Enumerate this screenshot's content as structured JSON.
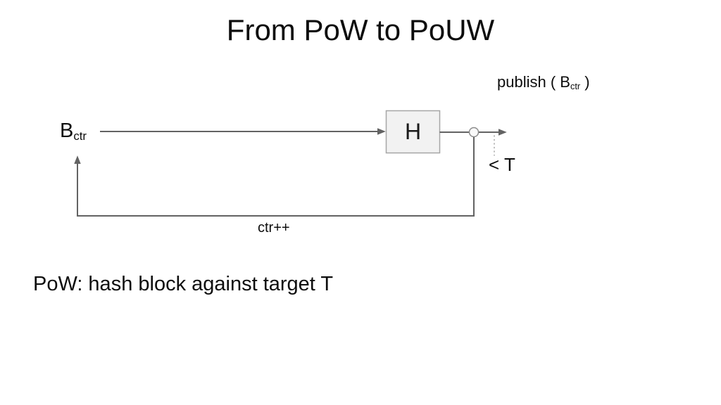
{
  "slide": {
    "title": "From PoW to PoUW",
    "caption": "PoW: hash block against target T"
  },
  "labels": {
    "publish_prefix": "publish ( B",
    "publish_sub": "ctr",
    "publish_suffix": " )",
    "input_base": "B",
    "input_sub": "ctr",
    "hash_box": "H",
    "threshold": "< T",
    "increment": "ctr++"
  },
  "colors": {
    "background": "#ffffff",
    "text": "#0d0d0d",
    "line": "#636363",
    "box_fill": "#f2f2f2",
    "box_border": "#a6a6a6",
    "node_fill": "#fafafa",
    "node_border": "#8c8c8c",
    "dotted_line": "#9e9e9e"
  }
}
